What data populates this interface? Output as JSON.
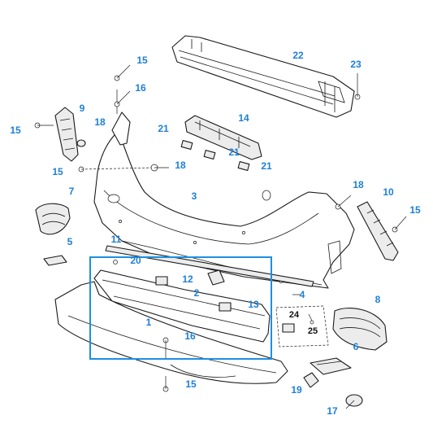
{
  "colors": {
    "label_blue": "#1e7fd6",
    "highlight_box": "#1e8fe0",
    "line": "#1a1a1a",
    "part_fill": "#ececec"
  },
  "labels": {
    "p1": "1",
    "p2": "2",
    "p3": "3",
    "p4": "4",
    "p5": "5",
    "p6": "6",
    "p7": "7",
    "p8": "8",
    "p9": "9",
    "p10": "10",
    "p11": "11",
    "p12": "12",
    "p13": "13",
    "p14": "14",
    "p15_top": "15",
    "p15_left": "15",
    "p15_mid": "15",
    "p15_right": "15",
    "p15_bottom": "15",
    "p16_top": "16",
    "p16_bottom": "16",
    "p17": "17",
    "p18_left": "18",
    "p18_mid": "18",
    "p18_right": "18",
    "p19": "19",
    "p20": "20",
    "p21_a": "21",
    "p21_b": "21",
    "p21_c": "21",
    "p22": "22",
    "p23": "23",
    "p24": "24",
    "p25": "25"
  }
}
